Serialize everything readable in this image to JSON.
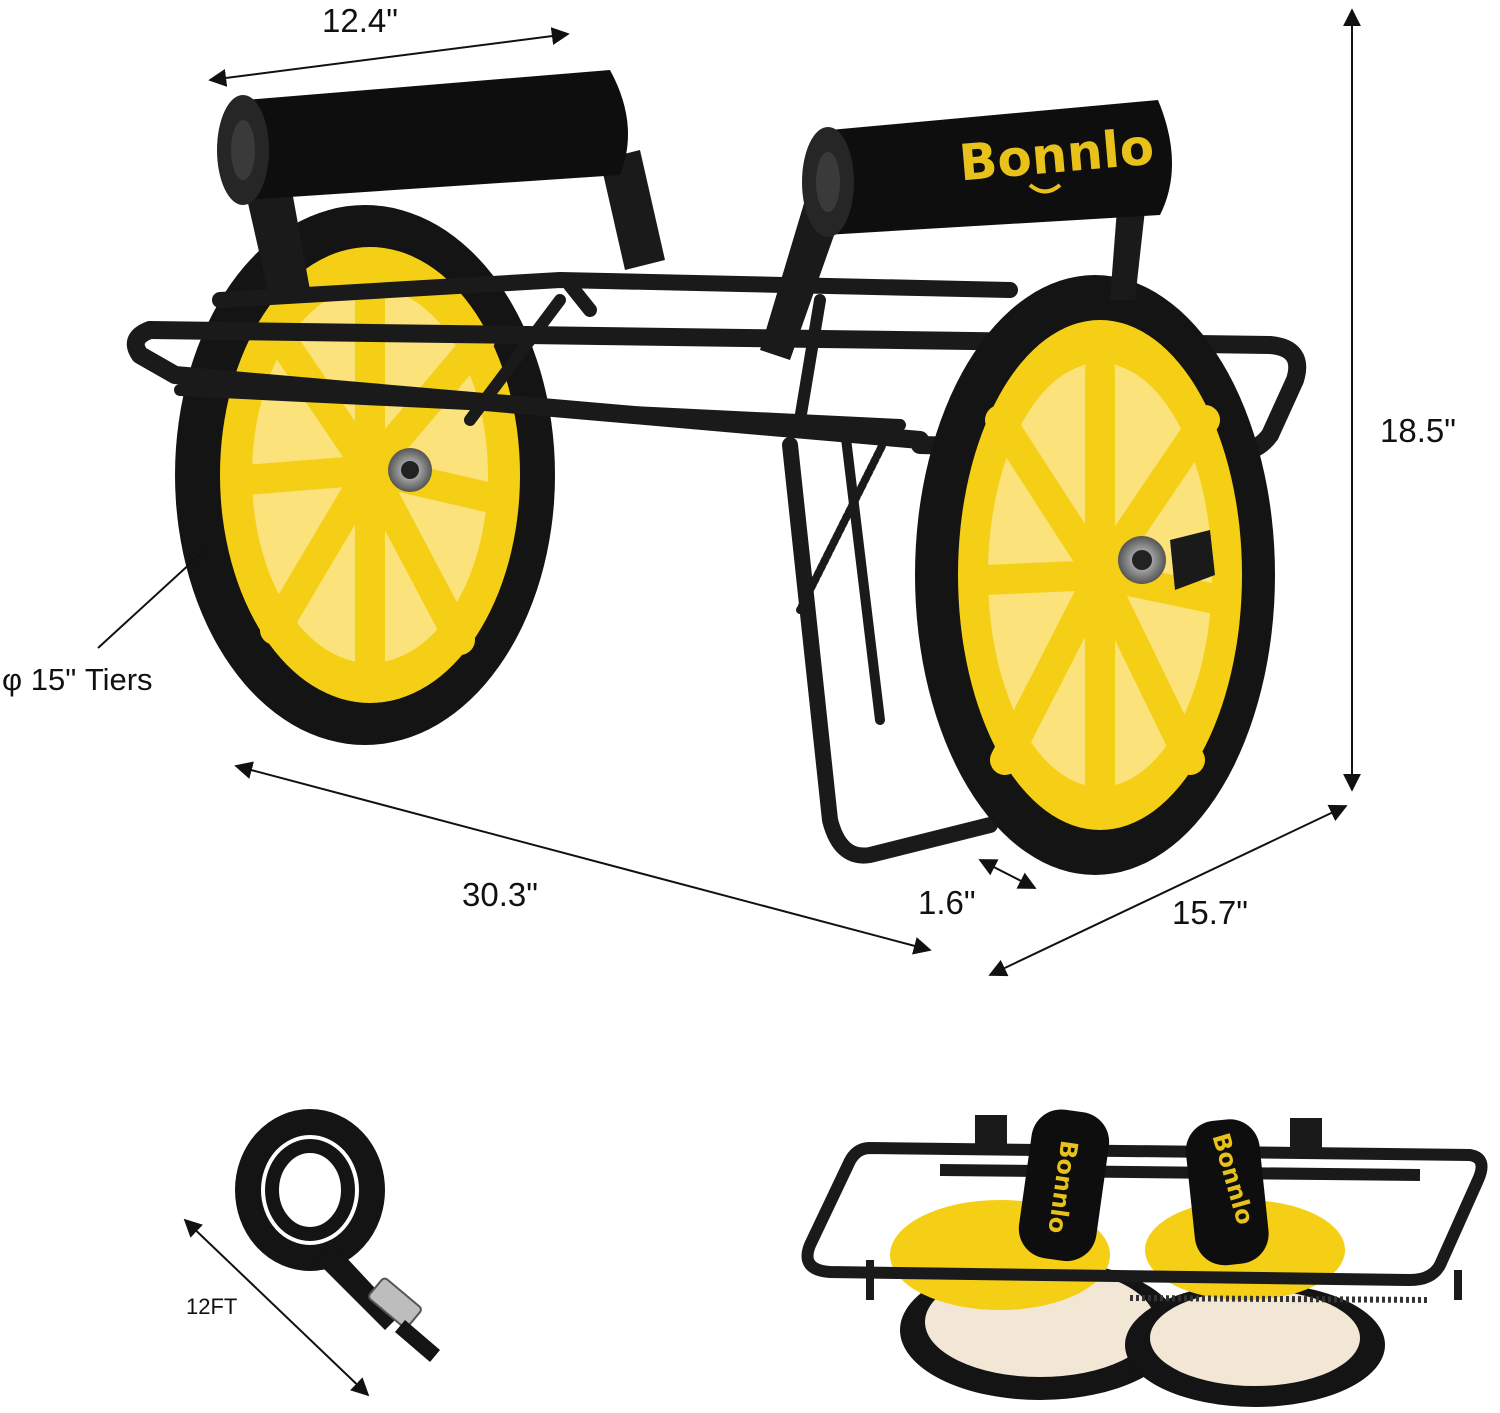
{
  "brand": {
    "name": "Bonnlo"
  },
  "dimensions": {
    "top_width": "12.4\"",
    "height": "18.5\"",
    "wheel": "φ 15\" Tiers",
    "length": "30.3\"",
    "gap": "1.6\"",
    "depth": "15.7\"",
    "strap": "12FT"
  },
  "colors": {
    "frame": "#1a1a1a",
    "wheel_rim": "#f5cf16",
    "tire": "#141414",
    "roller": "#0e0e0e",
    "logo": "#e8c21a"
  }
}
